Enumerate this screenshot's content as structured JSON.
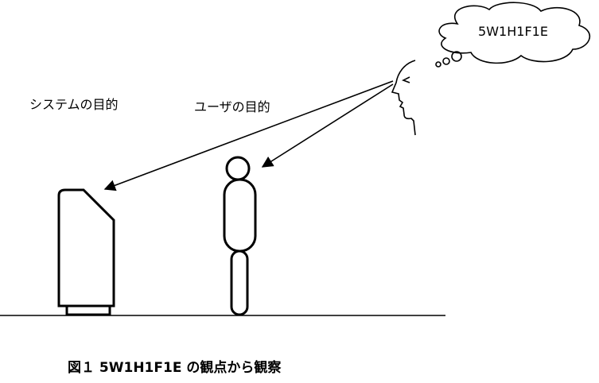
{
  "thought_text": "5W1H1F1E",
  "labels": {
    "system_purpose": "システムの目的",
    "user_purpose": "ユーザの目的"
  },
  "caption": "図１ 5W1H1F1E の観点から観察"
}
